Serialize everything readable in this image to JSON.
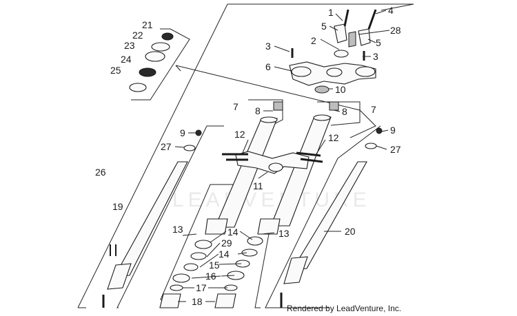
{
  "watermark": "LEADVENTURE",
  "credit": "Rendered by LeadVenture, Inc.",
  "callouts": {
    "c1": "1",
    "c2": "2",
    "c3a": "3",
    "c3b": "3",
    "c4": "4",
    "c5a": "5",
    "c5b": "5",
    "c6": "6",
    "c7a": "7",
    "c7b": "7",
    "c8a": "8",
    "c8b": "8",
    "c9a": "9",
    "c9b": "9",
    "c10": "10",
    "c11": "11",
    "c12a": "12",
    "c12b": "12",
    "c13a": "13",
    "c13b": "13",
    "c14a": "14",
    "c14b": "14",
    "c15": "15",
    "c16": "16",
    "c17": "17",
    "c18": "18",
    "c19": "19",
    "c20": "20",
    "c21": "21",
    "c22": "22",
    "c23": "23",
    "c24": "24",
    "c25": "25",
    "c26": "26",
    "c27a": "27",
    "c27b": "27",
    "c28": "28",
    "c29": "29"
  }
}
